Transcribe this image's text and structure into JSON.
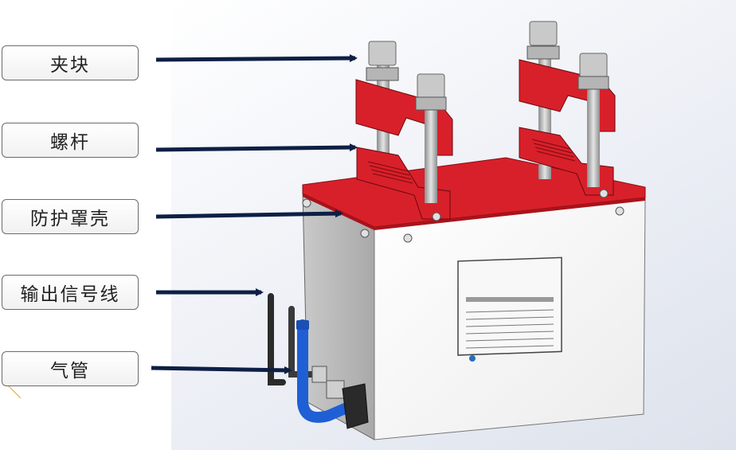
{
  "labels": [
    {
      "id": "clamp",
      "text": "夹块"
    },
    {
      "id": "screw",
      "text": "螺杆"
    },
    {
      "id": "cover",
      "text": "防护罩壳"
    },
    {
      "id": "signal",
      "text": "输出信号线"
    },
    {
      "id": "airpipe",
      "text": "气管"
    }
  ],
  "colors": {
    "arrow": "#0d1f45",
    "clamp_red": "#d8202a",
    "box_face": "#f4f4f4",
    "hose_blue": "#1f5fd6"
  },
  "icons": {
    "device": "sensor-enclosure-illustration"
  }
}
